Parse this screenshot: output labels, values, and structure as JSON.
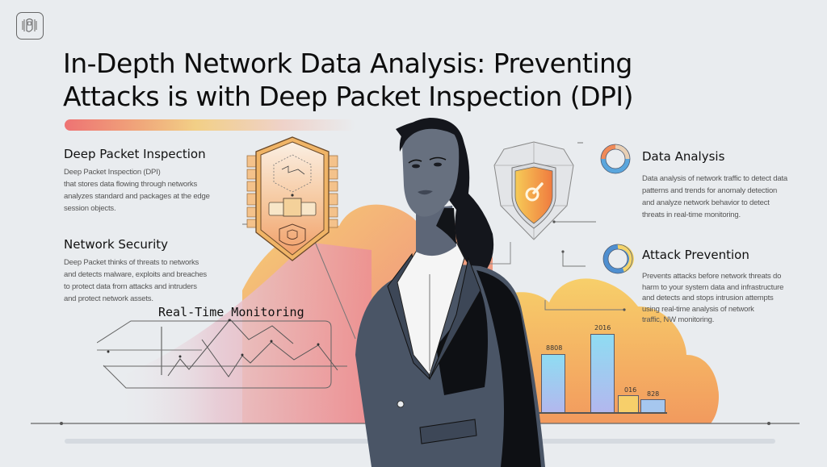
{
  "header": {
    "logo_icon": "fingerprint-hand-icon",
    "title_line1": "In-Depth Network Data Analysis: Preventing",
    "title_line2": "Attacks is with Deep Packet Inspection (DPI)"
  },
  "sections": {
    "dpi": {
      "heading": "Deep Packet Inspection",
      "body": [
        "Deep Packet Inspection (DPI)",
        "that stores data flowing through networks",
        "analyzes standard and packages at the edge",
        "session objects."
      ]
    },
    "network_security": {
      "heading": "Network Security",
      "body": [
        "Deep Packet thinks of threats to networks",
        "and detects malware, exploits and breaches",
        "to protect data from attacks and intruders",
        "and protect network assets."
      ]
    },
    "data_analysis": {
      "heading": "Data Analysis",
      "body": [
        "Data analysis of network traffic to detect data",
        "patterns and trends for anomaly detection",
        "and analyze network behavior to detect",
        "threats in real-time monitoring."
      ]
    },
    "attack_prevention": {
      "heading": "Attack Prevention",
      "body": [
        "Prevents attacks before network threats do",
        "harm to your system data and infrastructure",
        "and detects and stops intrusion attempts",
        "using real-time analysis of network",
        "traffic, NW monitoring."
      ]
    }
  },
  "monitoring": {
    "title": "Real-Time Monitoring"
  },
  "bar_chart": {
    "labels": [
      "8808",
      "2016",
      "016",
      "828"
    ],
    "colors": {
      "bar_blue_top": "#8fdcf2",
      "bar_blue_bottom": "#b3b7ee",
      "bar_yellow": "#f7cf6a",
      "bar_light": "#a6c7ef"
    }
  },
  "colors": {
    "background": "#e9ecef",
    "accent_red": "#ee7373",
    "accent_orange": "#f2a35c",
    "accent_yellow": "#f6cf6d",
    "suit_gray": "#4a5566",
    "text_dark": "#111111"
  },
  "icons": {
    "dpi_shield": "dpi-shield-icon",
    "security_shield": "security-shield-icon",
    "data_donut": "donut-chart-icon",
    "attack_donut": "donut-chart-icon"
  }
}
